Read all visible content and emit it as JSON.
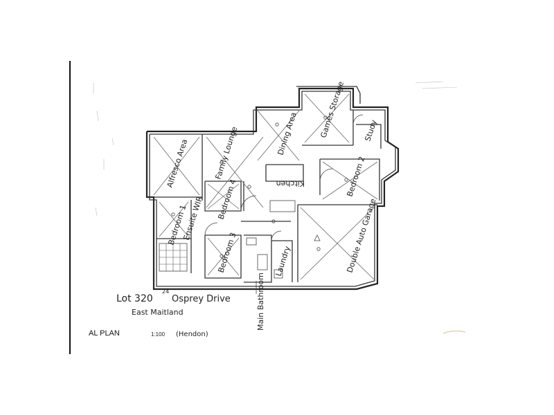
{
  "rooms": {
    "alfresco": "Alfresco Area",
    "family": "Family Lounge",
    "dining": "Dining Area",
    "games": "Games Storage",
    "study": "Study",
    "kitchen": "Kitchen",
    "bedroom2": "Bedroom 2",
    "bedroom4": "Bedroom 4",
    "bedroom1": "Bedroom 1",
    "ensuite": "Ensuite WIR",
    "bedroom3": "Bedroom 3",
    "laundry": "Laundry",
    "garage": "Double Auto Garage",
    "main_bathroom": "Main Bathroom"
  },
  "address": {
    "lot": "Lot 320",
    "superscript": "24",
    "street": "Osprey Drive",
    "suburb": "East Maitland"
  },
  "footer": {
    "plan_title": "AL PLAN",
    "scale": "1:100",
    "note": "(Hendon)"
  }
}
